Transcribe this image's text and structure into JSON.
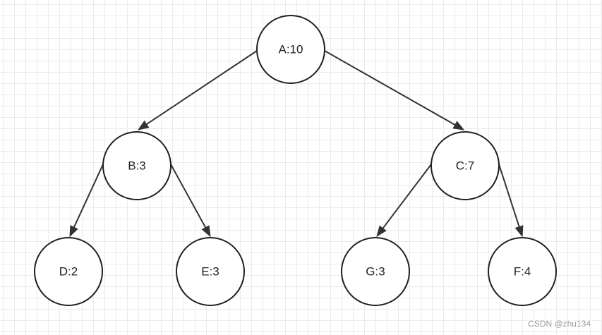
{
  "diagram": {
    "type": "tree",
    "nodes": [
      {
        "id": "A",
        "label": "A:10"
      },
      {
        "id": "B",
        "label": "B:3"
      },
      {
        "id": "C",
        "label": "C:7"
      },
      {
        "id": "D",
        "label": "D:2"
      },
      {
        "id": "E",
        "label": "E:3"
      },
      {
        "id": "G",
        "label": "G:3"
      },
      {
        "id": "F",
        "label": "F:4"
      }
    ],
    "edges": [
      {
        "from": "A",
        "to": "B"
      },
      {
        "from": "A",
        "to": "C"
      },
      {
        "from": "B",
        "to": "D"
      },
      {
        "from": "B",
        "to": "E"
      },
      {
        "from": "C",
        "to": "G"
      },
      {
        "from": "C",
        "to": "F"
      }
    ]
  },
  "watermark": "CSDN @zhu134",
  "colors": {
    "stroke": "#1f1f1f",
    "edge": "#333333",
    "grid": "#ebebeb",
    "background": "#ffffff"
  }
}
